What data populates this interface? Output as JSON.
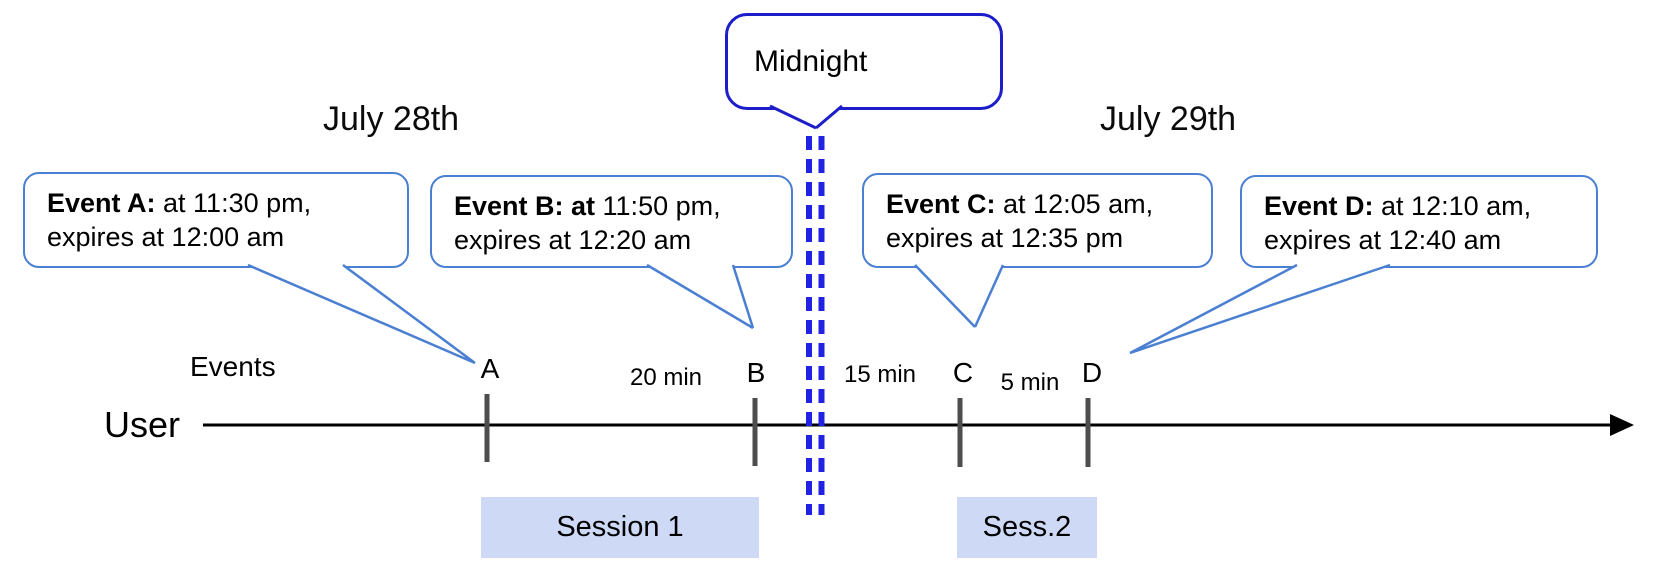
{
  "dates": {
    "left": "July 28th",
    "right": "July 29th"
  },
  "midnight": {
    "label": "Midnight"
  },
  "callouts": [
    {
      "id": "A",
      "bold": "Event A:",
      "text": " at 11:30 pm,",
      "line2": "expires at 12:00 am"
    },
    {
      "id": "B",
      "bold": "Event B: at",
      "text": " 11:50 pm,",
      "line2": "expires at 12:20 am"
    },
    {
      "id": "C",
      "bold": "Event C:",
      "text": " at 12:05 am,",
      "line2": "expires at 12:35 pm"
    },
    {
      "id": "D",
      "bold": "Event D: ",
      "text": " at 12:10 am,",
      "line2": "expires at 12:40 am"
    }
  ],
  "timeline": {
    "axis_label": "User",
    "events_label": "Events",
    "events": [
      {
        "label": "A"
      },
      {
        "label": "B"
      },
      {
        "label": "C"
      },
      {
        "label": "D"
      }
    ],
    "intervals": [
      {
        "label": "20 min"
      },
      {
        "label": "15 min"
      },
      {
        "label": "5 min"
      }
    ]
  },
  "sessions": [
    {
      "label": "Session 1"
    },
    {
      "label": "Sess.2"
    }
  ],
  "colors": {
    "callout_border": "#4a7fd2",
    "midnight_border": "#1d1dc9",
    "dash_blue": "#2222e2",
    "tick_gray": "#4d4d4d",
    "axis_black": "#000000",
    "session_fill": "#cdd9f5"
  }
}
